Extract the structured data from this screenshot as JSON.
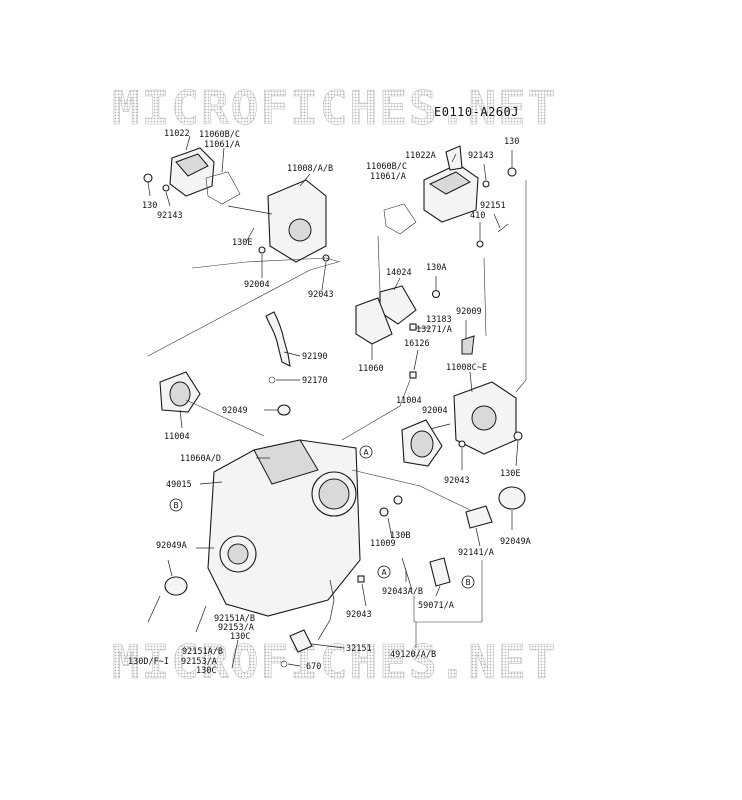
{
  "watermark": {
    "top": "MICROFICHES.NET",
    "bottom": "MICROFICHES.NET"
  },
  "diagram_code": "E0110-A260J",
  "labels": {
    "p11022_l": "11022",
    "p11060bc_l": "11060B/C",
    "p11061a_l": "11061/A",
    "p130_l": "130",
    "p92143_l": "92143",
    "p11008ab": "11008/A/B",
    "p130e_l": "130E",
    "p92004_l": "92004",
    "p92043_t": "92043",
    "p11060bc_r": "11060B/C",
    "p11061a_r": "11061/A",
    "p11022a": "11022A",
    "p92143_r": "92143",
    "p130_r": "130",
    "p92151": "92151",
    "p410": "410",
    "p14024": "14024",
    "p130a": "130A",
    "p92009": "92009",
    "p13183": "13183",
    "p13271a": "13271/A",
    "p92190": "92190",
    "p11060": "11060",
    "p16126": "16126",
    "p92170": "92170",
    "p11008ce": "11008C~E",
    "p92049": "92049",
    "p11004_l": "11004",
    "p11004_r": "11004",
    "p92004_r": "92004",
    "p11060ad": "11060A/D",
    "p92043_r": "92043",
    "p130e_r": "130E",
    "p49015": "49015",
    "p130b": "130B",
    "p11009": "11009",
    "p92049a_r": "92049A",
    "p92049a_l": "92049A",
    "p92141a": "92141/A",
    "p92043ab": "92043A/B",
    "p59071a": "59071/A",
    "p92043_b": "92043",
    "p92151ab_1": "92151A/B",
    "p92153a_1": "92153/A",
    "p130c_1": "130C",
    "p92151ab_2": "92151A/B",
    "p130df": "130D/F~I",
    "p92153a_2": "92153/A",
    "p130c_2": "130C",
    "p32151": "32151",
    "p670": "670",
    "p49120ab": "49120/A/B"
  },
  "refs": {
    "a1": "A",
    "a2": "A",
    "b1": "B",
    "b2": "B"
  }
}
